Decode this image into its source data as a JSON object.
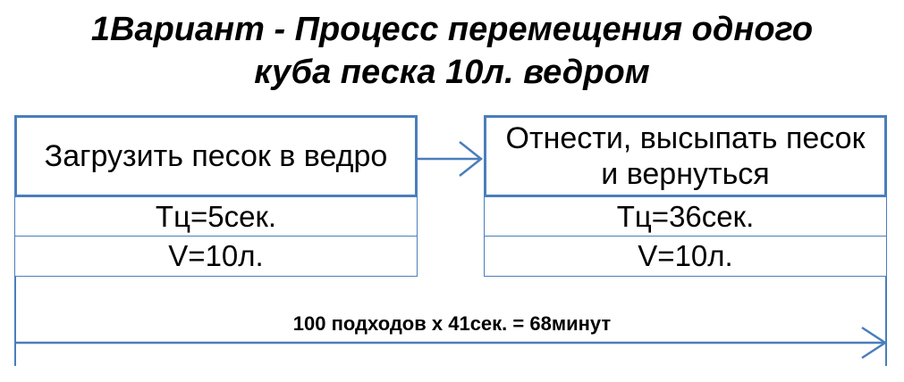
{
  "title": {
    "line1": "1Вариант - Процесс перемещения одного",
    "line2": "куба песка 10л. ведром"
  },
  "steps": [
    {
      "label": "Загрузить песок в ведро",
      "tc": "Тц=5сек.",
      "volume": "V=10л."
    },
    {
      "label_line1": "Отнести, высыпать песок",
      "label_line2": "и вернуться",
      "tc": "Тц=36сек.",
      "volume": "V=10л."
    }
  ],
  "total": "100 подходов х 41сек. = 68минут",
  "colors": {
    "border": "#4a7ebb",
    "text": "#000000",
    "background": "#ffffff"
  }
}
